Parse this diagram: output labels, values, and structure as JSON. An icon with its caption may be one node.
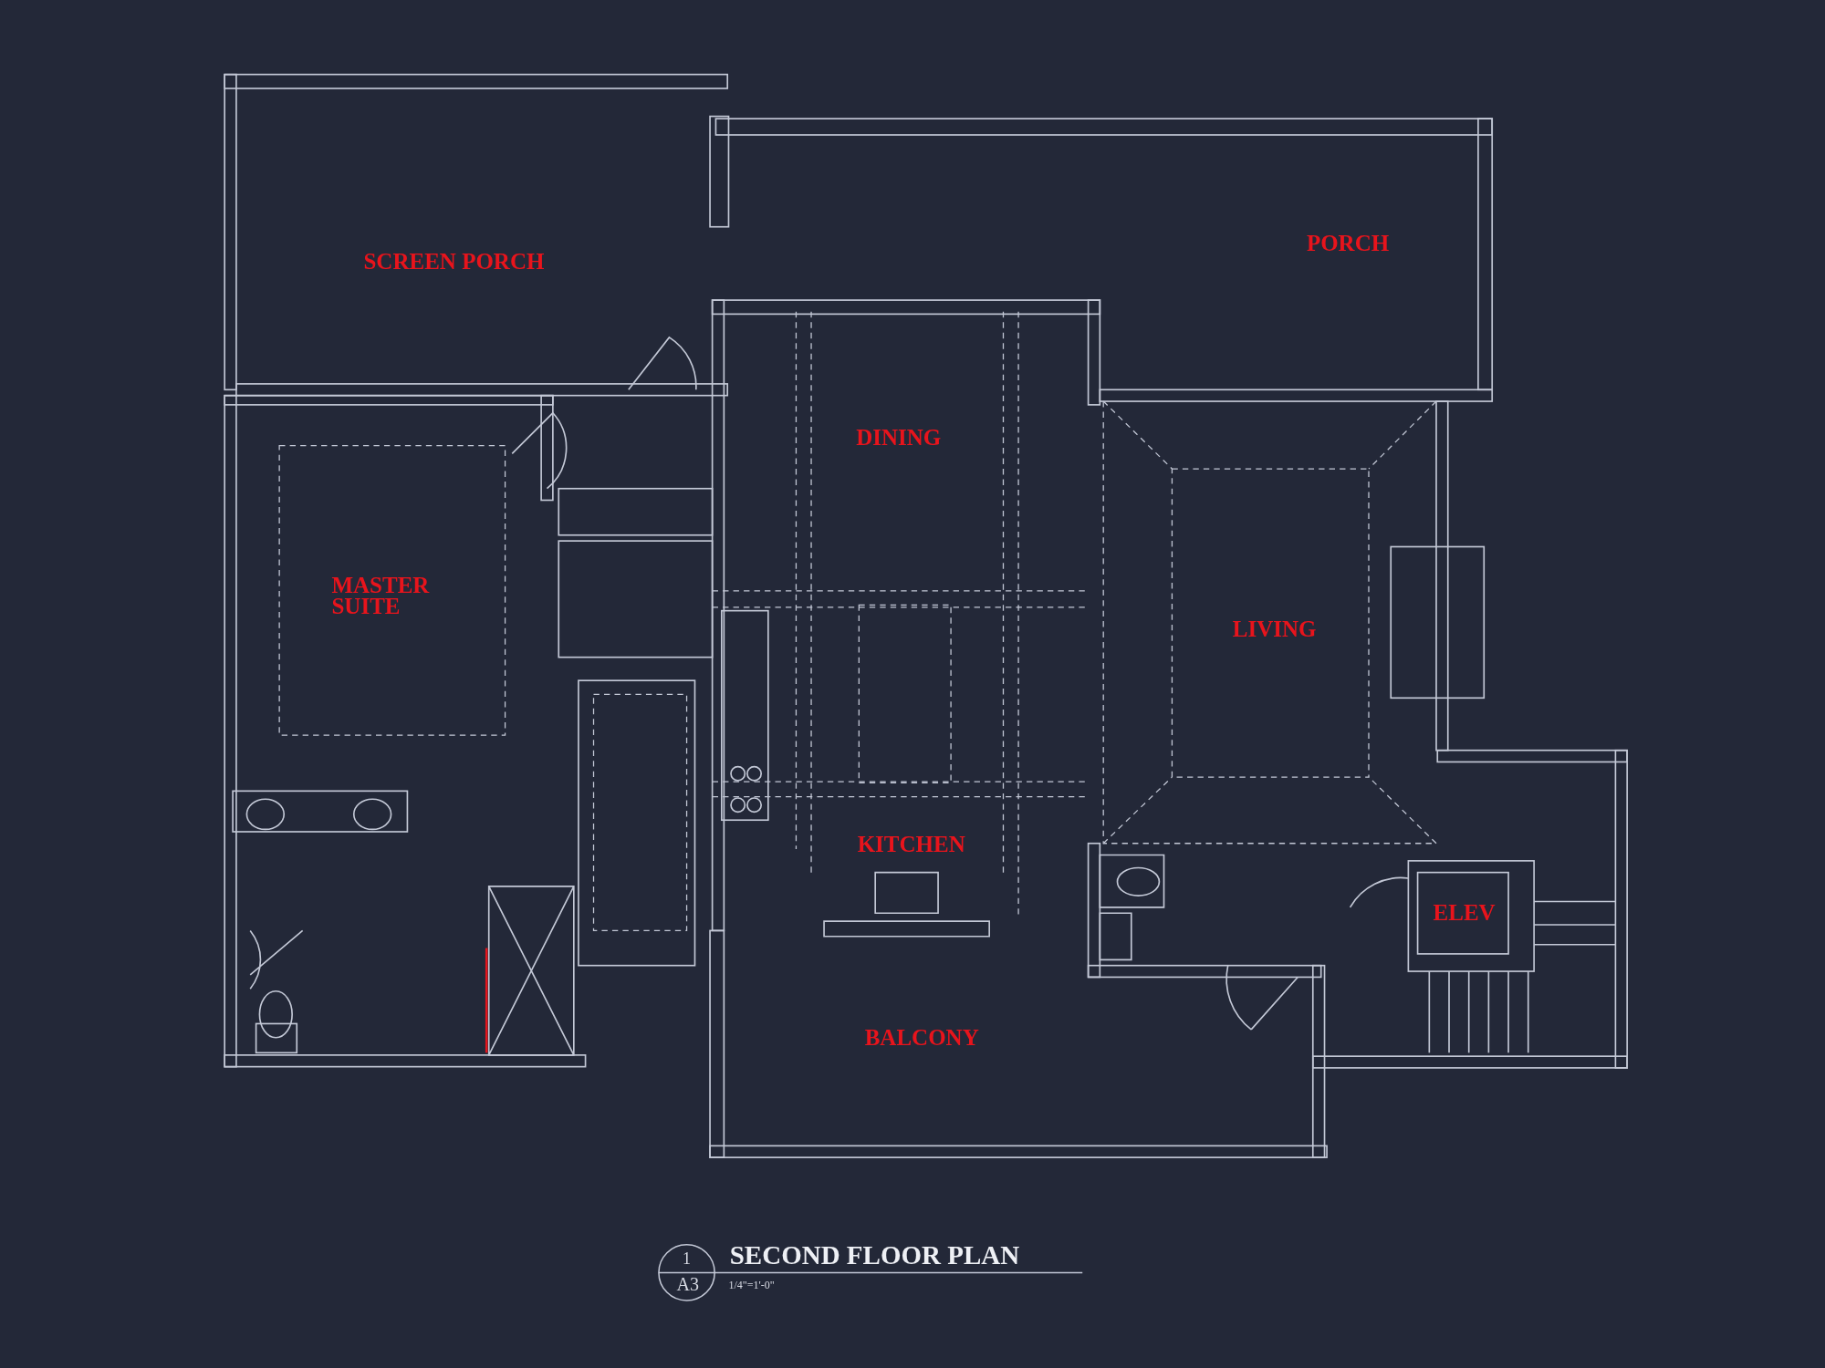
{
  "diagram": {
    "title": "SECOND FLOOR PLAN",
    "labels": [
      "SCREEN PORCH",
      "PORCH",
      "DINING",
      "MASTER SUITE",
      "LIVING",
      "KITCHEN",
      "ELEV",
      "BALCONY",
      "1",
      "A3",
      "1/4\"=1'-0\""
    ]
  }
}
